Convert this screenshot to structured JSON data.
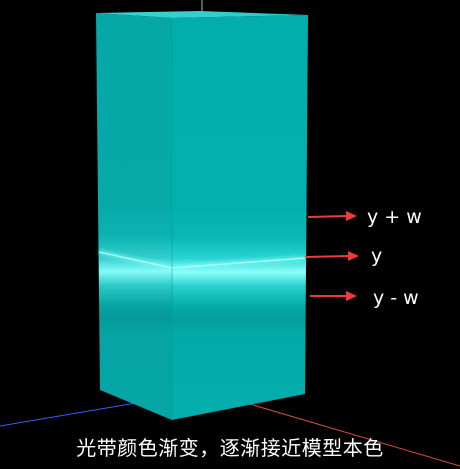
{
  "colors": {
    "background": "#000000",
    "model_front": "#03aeac",
    "model_side": "#06a6a6",
    "model_top": "#2ed2cf",
    "light_band": "#7ffffb",
    "arrow": "#f23a3a",
    "axis_y": "#8ad06b",
    "axis_x": "#d84f37",
    "axis_z": "#3a5cff"
  },
  "annotations": {
    "upper": "y + w",
    "center": "y",
    "lower": "y - w"
  },
  "caption": "光带颜色渐变，逐渐接近模型本色"
}
